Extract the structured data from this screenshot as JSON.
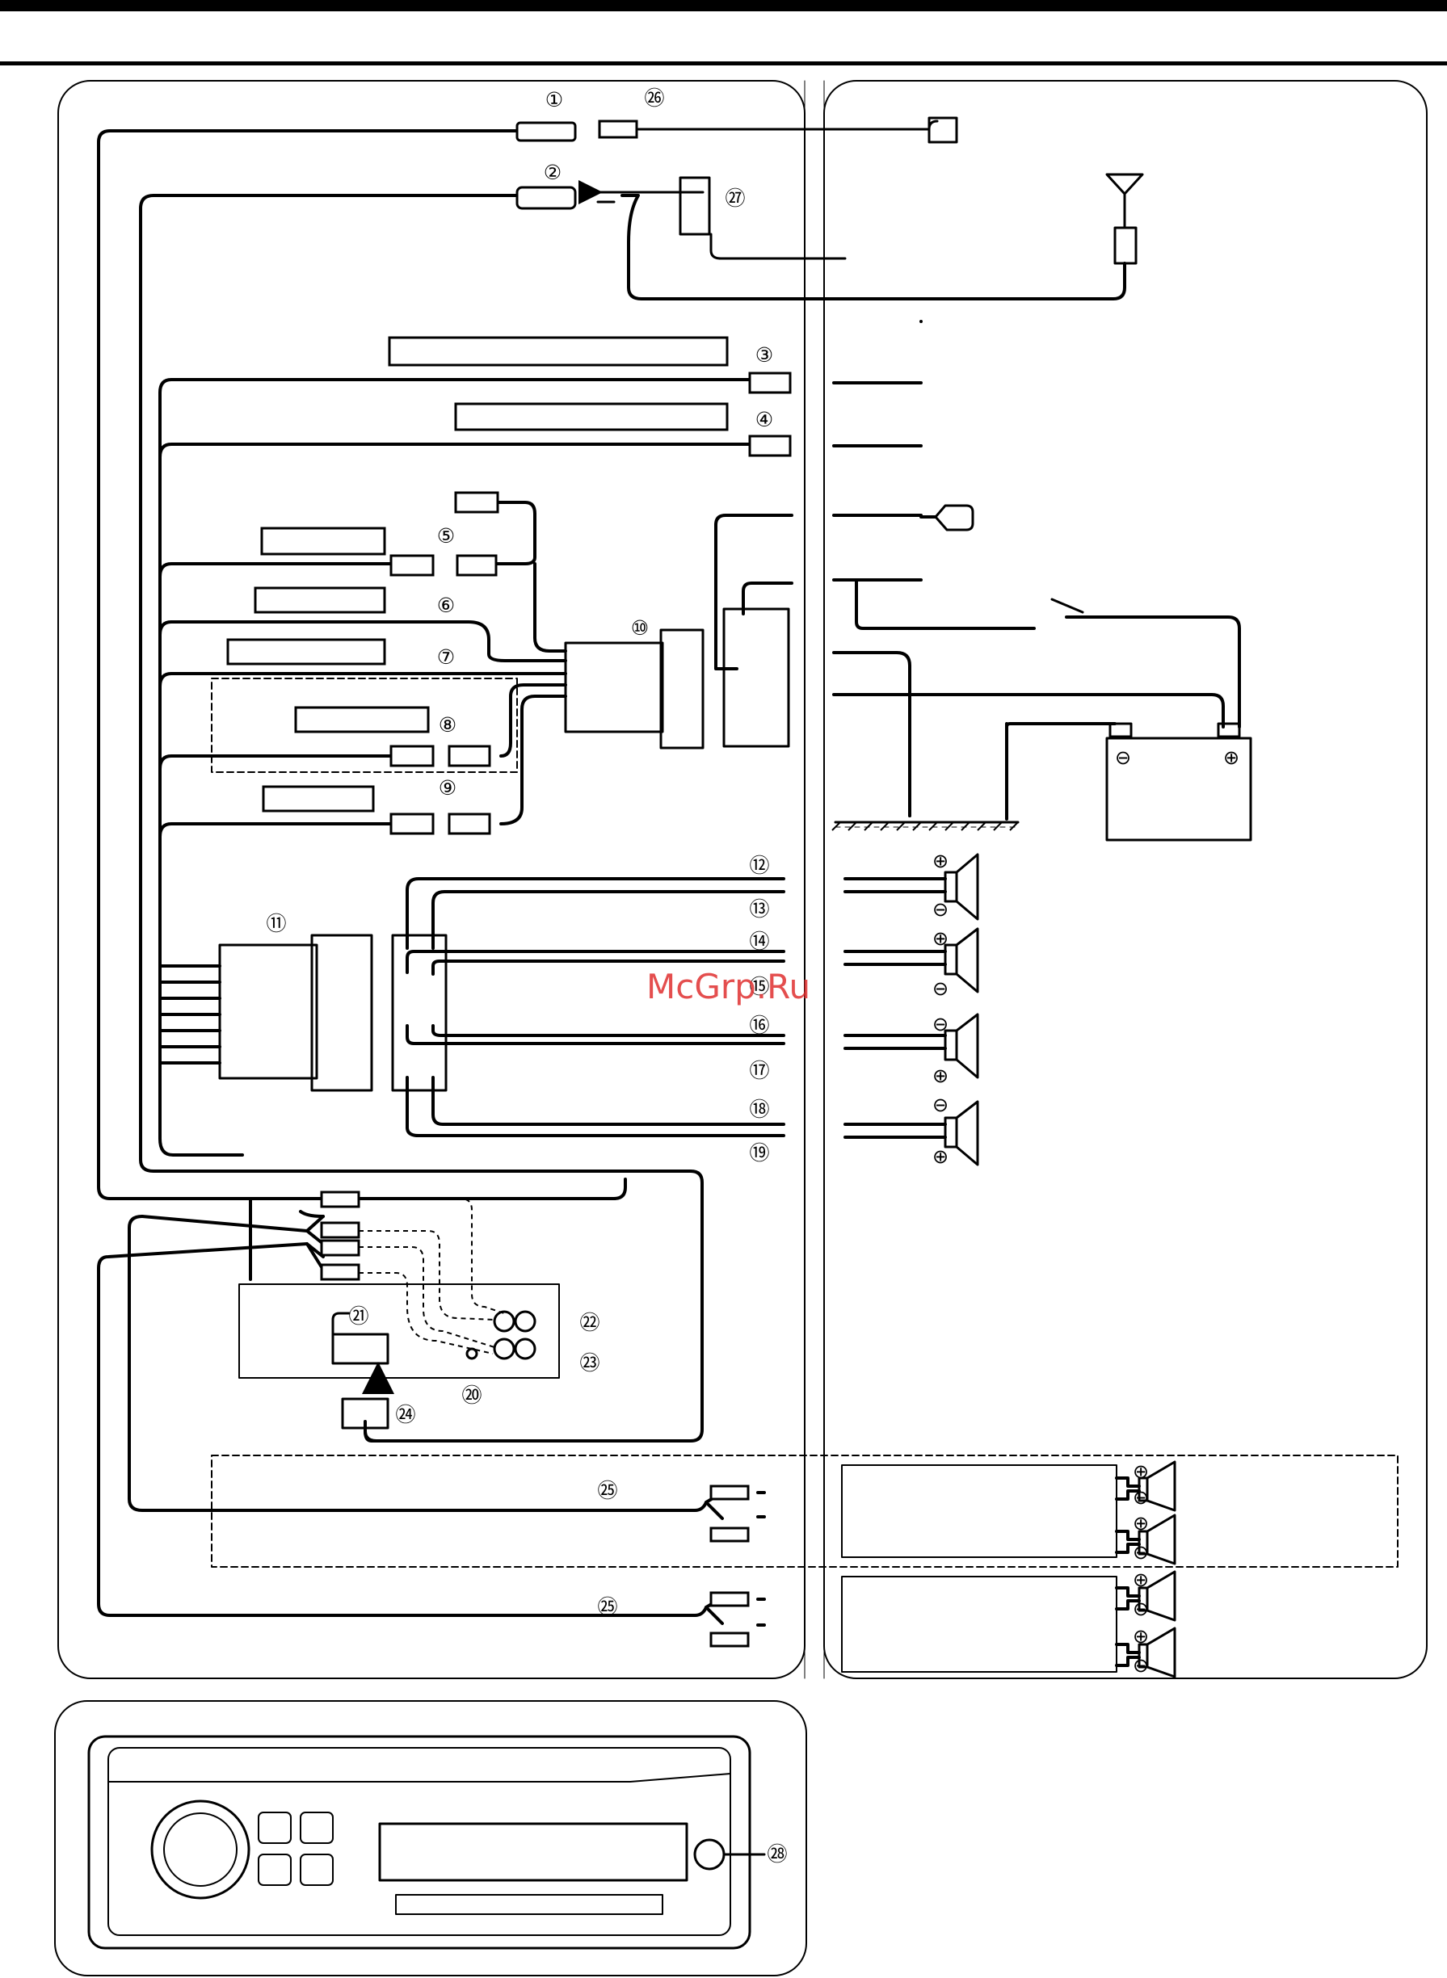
{
  "watermark": "McGrp.Ru",
  "callouts": {
    "c1": "①",
    "c2": "②",
    "c3": "③",
    "c4": "④",
    "c5": "⑤",
    "c6": "⑥",
    "c7": "⑦",
    "c8": "⑧",
    "c9": "⑨",
    "c10": "⑩",
    "c11": "⑪",
    "c12": "⑫",
    "c13": "⑬",
    "c14": "⑭",
    "c15": "⑮",
    "c16": "⑯",
    "c17": "⑰",
    "c18": "⑱",
    "c19": "⑲",
    "c20": "⑳",
    "c21": "㉑",
    "c22": "㉒",
    "c23": "㉓",
    "c24": "㉔",
    "c25a": "㉕",
    "c25b": "㉕",
    "c26": "㉖",
    "c27": "㉗",
    "c28": "㉘"
  },
  "polarity": {
    "plus": "⊕",
    "minus": "⊖"
  }
}
